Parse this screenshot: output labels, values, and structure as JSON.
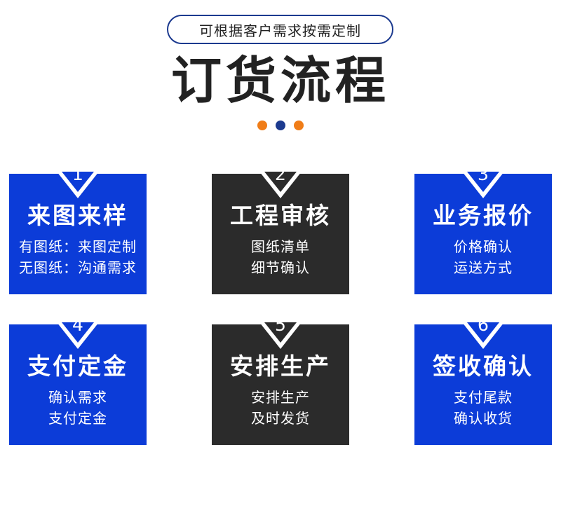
{
  "header": {
    "subtitle": "可根据客户需求按需定制",
    "title": "订货流程"
  },
  "colors": {
    "blue_card": "#0c3cd8",
    "dark_card": "#2b2b2b",
    "orange_dot": "#f07d18",
    "navy_dot": "#1c3a8f",
    "pill_border": "#1c3a8f"
  },
  "steps": [
    {
      "number": "1",
      "title": "来图来样",
      "lines": [
        "有图纸：来图定制",
        "无图纸：沟通需求"
      ]
    },
    {
      "number": "2",
      "title": "工程审核",
      "lines": [
        "图纸清单",
        "细节确认"
      ]
    },
    {
      "number": "3",
      "title": "业务报价",
      "lines": [
        "价格确认",
        "运送方式"
      ]
    },
    {
      "number": "4",
      "title": "支付定金",
      "lines": [
        "确认需求",
        "支付定金"
      ]
    },
    {
      "number": "5",
      "title": "安排生产",
      "lines": [
        "安排生产",
        "及时发货"
      ]
    },
    {
      "number": "6",
      "title": "签收确认",
      "lines": [
        "支付尾款",
        "确认收货"
      ]
    }
  ]
}
